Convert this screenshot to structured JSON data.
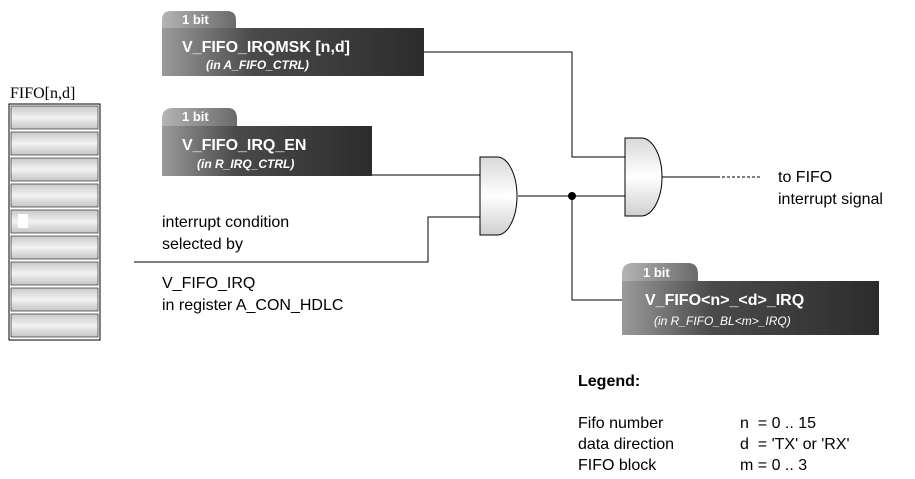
{
  "fifo_label": "FIFO[n,d]",
  "registers": [
    {
      "bits": "1 bit",
      "name": "V_FIFO_IRQMSK [n,d]",
      "location": "(in A_FIFO_CTRL)"
    },
    {
      "bits": "1 bit",
      "name": "V_FIFO_IRQ_EN",
      "location": "(in R_IRQ_CTRL)"
    },
    {
      "bits": "1 bit",
      "name": "V_FIFO<n>_<d>_IRQ",
      "location": "(in R_FIFO_BL<m>_IRQ)"
    }
  ],
  "interrupt_condition": {
    "line1": "interrupt condition",
    "line2": "selected by",
    "line3": "V_FIFO_IRQ",
    "line4": "in register A_CON_HDLC"
  },
  "output": {
    "line1": "to FIFO",
    "line2": "interrupt signal"
  },
  "legend": {
    "title": "Legend:",
    "rows": [
      {
        "label": "Fifo number",
        "value": "n  = 0 .. 15"
      },
      {
        "label": "data direction",
        "value": "d  = 'TX' or 'RX'"
      },
      {
        "label": "FIFO block",
        "value": "m = 0 .. 3"
      }
    ]
  }
}
